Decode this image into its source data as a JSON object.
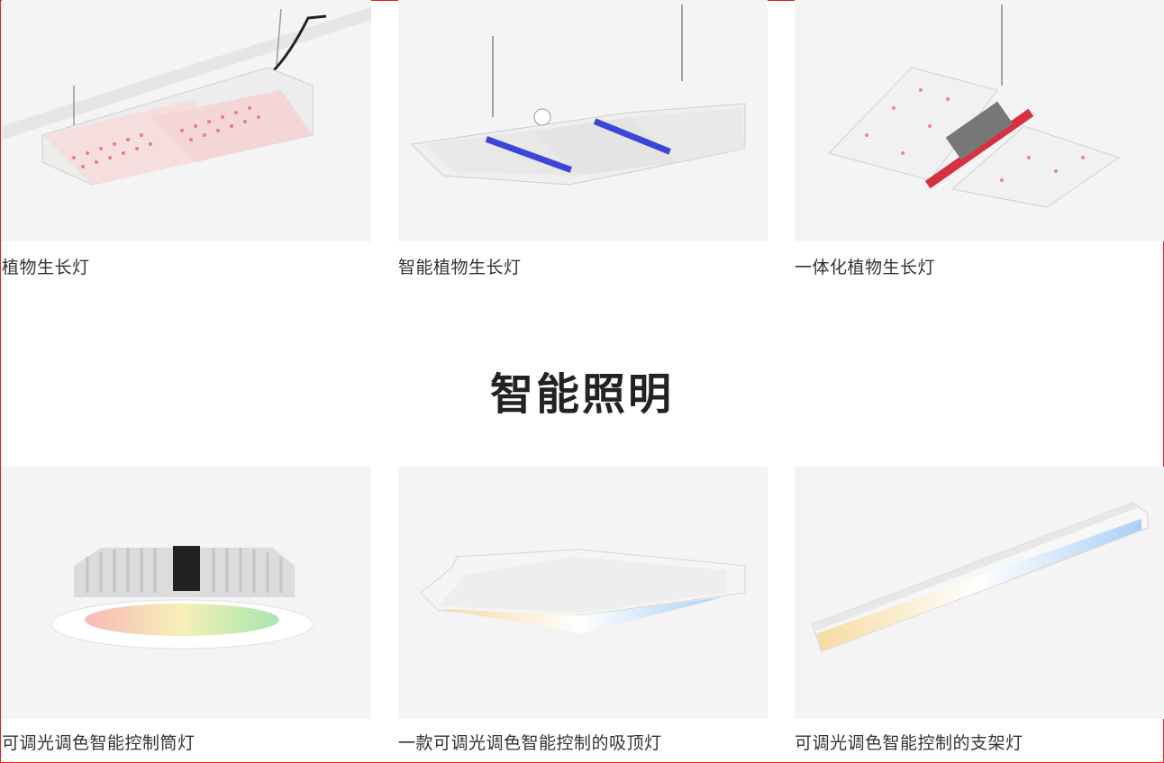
{
  "row1": [
    {
      "label": "植物生长灯",
      "icon": "grow-light-panel-icon"
    },
    {
      "label": "智能植物生长灯",
      "icon": "smart-grow-light-icon"
    },
    {
      "label": "一体化植物生长灯",
      "icon": "integrated-grow-light-icon"
    }
  ],
  "section": {
    "title": "智能照明"
  },
  "row2": [
    {
      "label": "可调光调色智能控制筒灯",
      "icon": "downlight-icon"
    },
    {
      "label": "一款可调光调色智能控制的吸顶灯",
      "icon": "ceiling-light-icon"
    },
    {
      "label": "可调光调色智能控制的支架灯",
      "icon": "batten-light-icon"
    }
  ],
  "colors": {
    "border": "#e31b1b",
    "image_bg": "#f4f4f4",
    "text": "#333333",
    "title": "#222222"
  }
}
